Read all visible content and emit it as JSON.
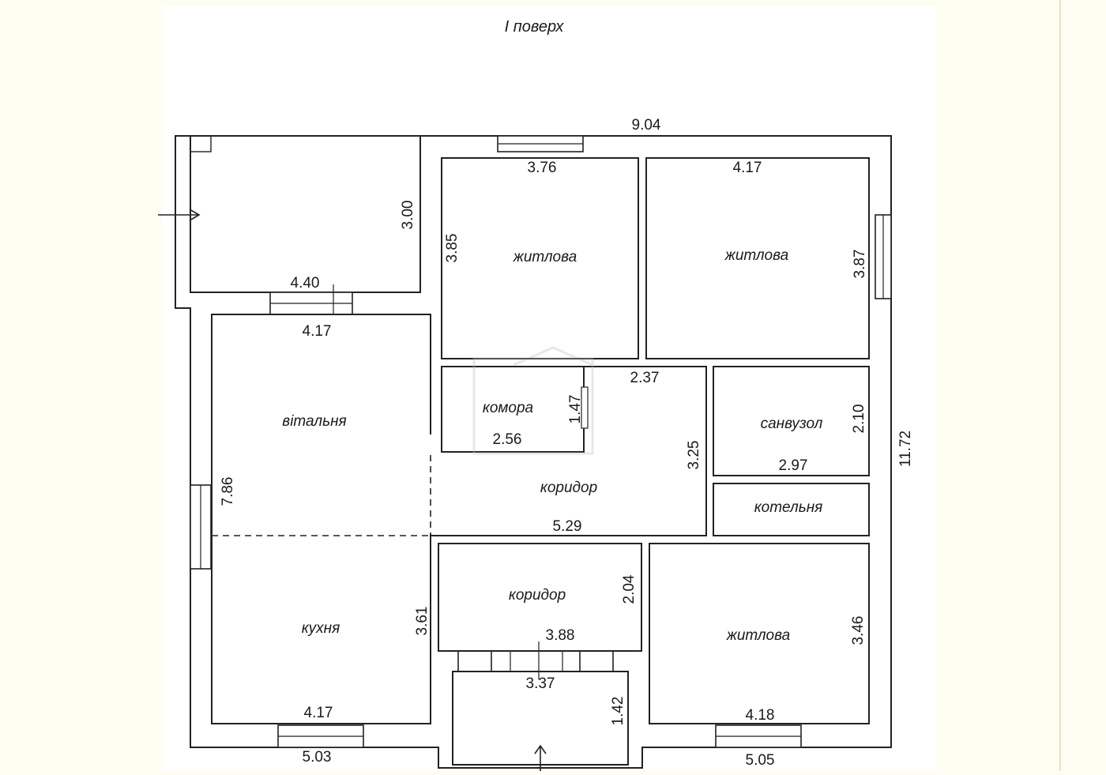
{
  "plan": {
    "title": "I поверх",
    "rooms": {
      "bedroom_top_left": "житлова",
      "bedroom_top_right": "житлова",
      "living_room": "вітальня",
      "pantry": "комора",
      "bathroom": "санвузол",
      "corridor_main": "коридор",
      "boiler_room": "котельня",
      "corridor_lower": "коридор",
      "kitchen": "кухня",
      "bedroom_bottom_right": "житлова"
    },
    "dimensions": {
      "overall_width": "9.04",
      "overall_depth": "11.72",
      "entry_width": "4.40",
      "entry_depth": "3.00",
      "bedroom_tl_width": "3.76",
      "bedroom_tl_depth": "3.85",
      "bedroom_tr_width": "4.17",
      "bedroom_tr_depth": "3.87",
      "living_width": "4.17",
      "living_kitchen_depth": "7.86",
      "pantry_width": "2.56",
      "pantry_depth": "1.47",
      "hall_top_width": "2.37",
      "corridor_depth": "3.25",
      "bathroom_width": "2.97",
      "bathroom_depth": "2.10",
      "corridor_width": "5.29",
      "corridor_lower_width": "3.88",
      "corridor_lower_depth": "2.04",
      "kitchen_depth": "3.61",
      "kitchen_width": "4.17",
      "porch_width": "3.37",
      "porch_depth": "1.42",
      "bedroom_br_width": "4.18",
      "bedroom_br_depth": "3.46",
      "bottom_left_width": "5.03",
      "bottom_right_width": "5.05"
    }
  }
}
